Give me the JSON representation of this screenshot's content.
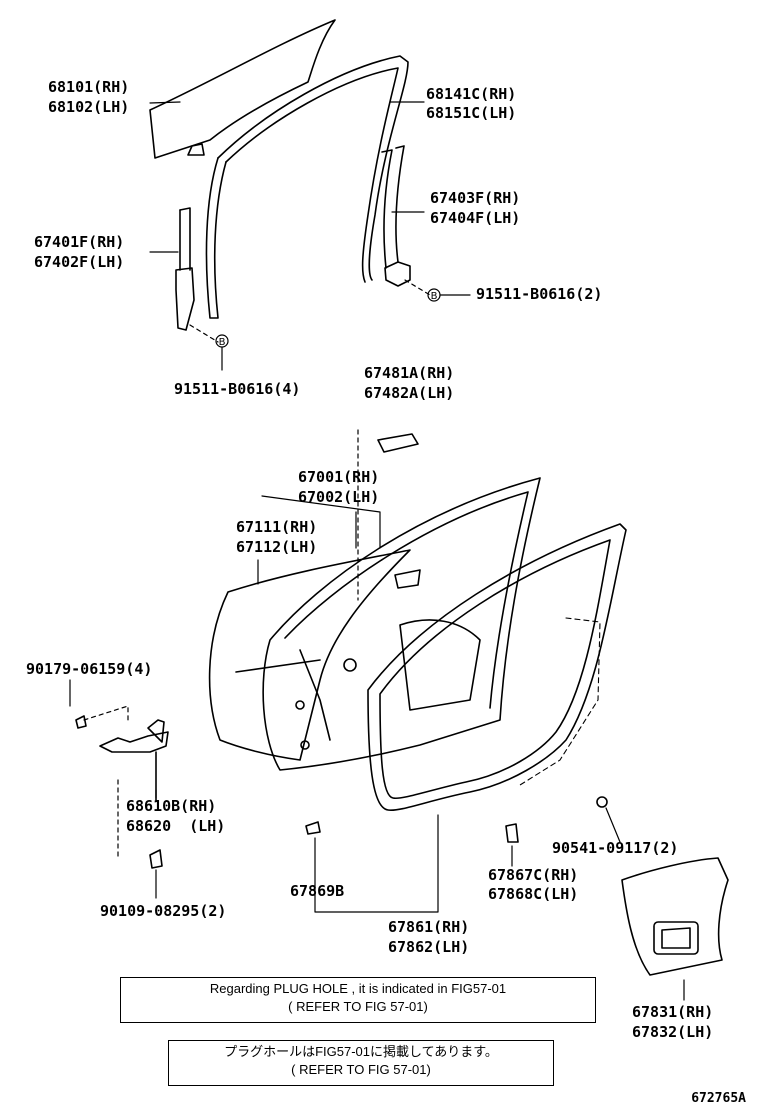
{
  "labels": {
    "glass_rh": "68101(RH)",
    "glass_lh": "68102(LH)",
    "run_rh": "68141C(RH)",
    "run_lh": "68151C(LH)",
    "rear_chan_rh": "67403F(RH)",
    "rear_chan_lh": "67404F(LH)",
    "front_chan_rh": "67401F(RH)",
    "front_chan_lh": "67402F(LH)",
    "bolt_rear": "91511-B0616(2)",
    "bolt_front": "91511-B0616(4)",
    "pad_rh": "67481A(RH)",
    "pad_lh": "67482A(LH)",
    "panel_rh": "67001(RH)",
    "panel_lh": "67002(LH)",
    "outer_rh": "67111(RH)",
    "outer_lh": "67112(LH)",
    "bolt_hinge": "90179-06159(4)",
    "check_rh": "68610B(RH)",
    "check_lh": "68620  (LH)",
    "bolt_check": "90109-08295(2)",
    "clip_b": "67869B",
    "ws_rh": "67861(RH)",
    "ws_lh": "67862(LH)",
    "cushion_rh": "67867C(RH)",
    "cushion_lh": "67868C(LH)",
    "clip_side": "90541-09117(2)",
    "cover_rh": "67831(RH)",
    "cover_lh": "67832(LH)"
  },
  "notes": {
    "en_line1": "Regarding PLUG HOLE , it is indicated in FIG57-01",
    "en_line2": "( REFER TO FIG 57-01)",
    "jp_line1": "プラグホールはFIG57-01に掲載してあります。",
    "jp_line2": "( REFER TO FIG 57-01)"
  },
  "figure_code": "672765A",
  "callout_letter": "B"
}
